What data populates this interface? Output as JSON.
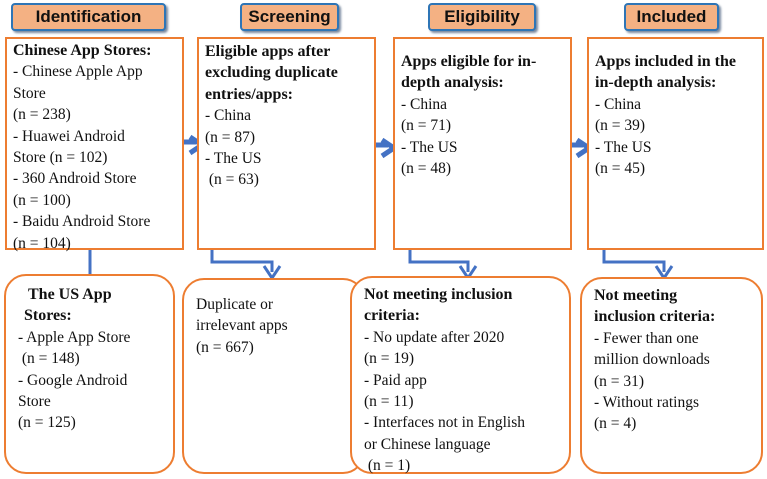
{
  "headers": {
    "identification": "Identification",
    "screening": "Screening",
    "eligibility": "Eligibility",
    "included": "Included"
  },
  "chinese_stores": {
    "title": "Chinese App Stores:",
    "lines": [
      "- Chinese Apple App",
      "Store",
      "(n = 238)",
      "- Huawei Android",
      "Store (n = 102)",
      "- 360 Android Store",
      "(n = 100)",
      "- Baidu Android Store",
      "(n = 104)"
    ]
  },
  "us_stores": {
    "title_lines": [
      "The US App",
      "Stores:"
    ],
    "lines": [
      "- Apple App Store",
      " (n = 148)",
      "- Google Android",
      "Store",
      "(n = 125)"
    ]
  },
  "screening_box": {
    "title_lines": [
      "Eligible apps after",
      "excluding duplicate",
      "entries/apps:"
    ],
    "lines": [
      "- China",
      "(n = 87)",
      "- The US",
      " (n = 63)"
    ]
  },
  "screening_excluded": {
    "lines": [
      "Duplicate or",
      "irrelevant apps",
      "(n = 667)"
    ]
  },
  "eligibility_box": {
    "title_lines": [
      "Apps eligible for in-",
      "depth analysis:"
    ],
    "lines": [
      "- China",
      "(n = 71)",
      "- The US",
      "(n = 48)"
    ]
  },
  "eligibility_excluded": {
    "title_lines": [
      "Not meeting inclusion",
      "criteria:"
    ],
    "lines": [
      "- No update after 2020",
      "(n = 19)",
      "- Paid app",
      "(n = 11)",
      "- Interfaces not in English",
      "or Chinese language",
      " (n = 1)"
    ]
  },
  "included_box": {
    "title_lines": [
      "Apps included in the",
      "in-depth analysis:"
    ],
    "lines": [
      "- China",
      "(n = 39)",
      "- The US",
      "(n = 45)"
    ]
  },
  "included_excluded": {
    "title_lines": [
      "Not meeting",
      "inclusion criteria:"
    ],
    "lines": [
      "- Fewer than one",
      "million downloads",
      "(n = 31)",
      "- Without ratings",
      "(n = 4)"
    ]
  },
  "colors": {
    "header_fill": "#f4b183",
    "header_border": "#2e75b6",
    "box_border": "#ed7d31",
    "arrow": "#4472c4"
  }
}
